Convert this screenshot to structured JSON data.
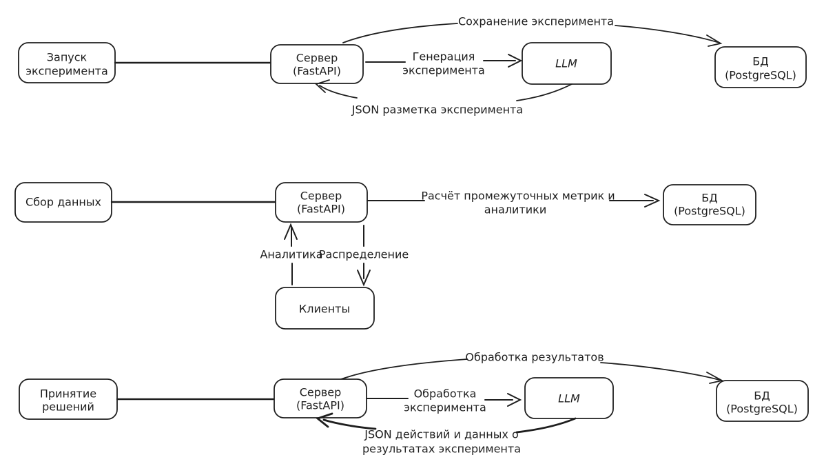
{
  "style": {
    "stroke_color": "#1e1e1e",
    "background_color": "#ffffff"
  },
  "row1": {
    "node_launch": {
      "line1": "Запуск",
      "line2": "эксперимента"
    },
    "node_server": {
      "line1": "Сервер",
      "line2": "(FastAPI)"
    },
    "node_llm": {
      "label": "LLM"
    },
    "node_db": {
      "line1": "БД",
      "line2": "(PostgreSQL)"
    },
    "edge_save": {
      "label": "Сохранение эксперимента"
    },
    "edge_generate": {
      "line1": "Генерация",
      "line2": "эксперимента"
    },
    "edge_json": {
      "label": "JSON разметка эксперимента"
    }
  },
  "row2": {
    "node_collect": {
      "label": "Сбор данных"
    },
    "node_server": {
      "line1": "Сервер",
      "line2": "(FastAPI)"
    },
    "node_db": {
      "line1": "БД",
      "line2": "(PostgreSQL)"
    },
    "node_clients": {
      "label": "Клиенты"
    },
    "edge_metrics": {
      "line1": "Расчёт промежуточных метрик и",
      "line2": "аналитики"
    },
    "edge_analytics": {
      "label": "Аналитика"
    },
    "edge_distribution": {
      "label": "Распределение"
    }
  },
  "row3": {
    "node_decision": {
      "line1": "Принятие",
      "line2": "решений"
    },
    "node_server": {
      "line1": "Сервер",
      "line2": "(FastAPI)"
    },
    "node_llm": {
      "label": "LLM"
    },
    "node_db": {
      "line1": "БД",
      "line2": "(PostgreSQL)"
    },
    "edge_results": {
      "label": "Обработка результатов"
    },
    "edge_process": {
      "line1": "Обработка",
      "line2": "эксперимента"
    },
    "edge_json": {
      "line1": "JSON действий и данных о",
      "line2": "результатах эксперимента"
    }
  }
}
